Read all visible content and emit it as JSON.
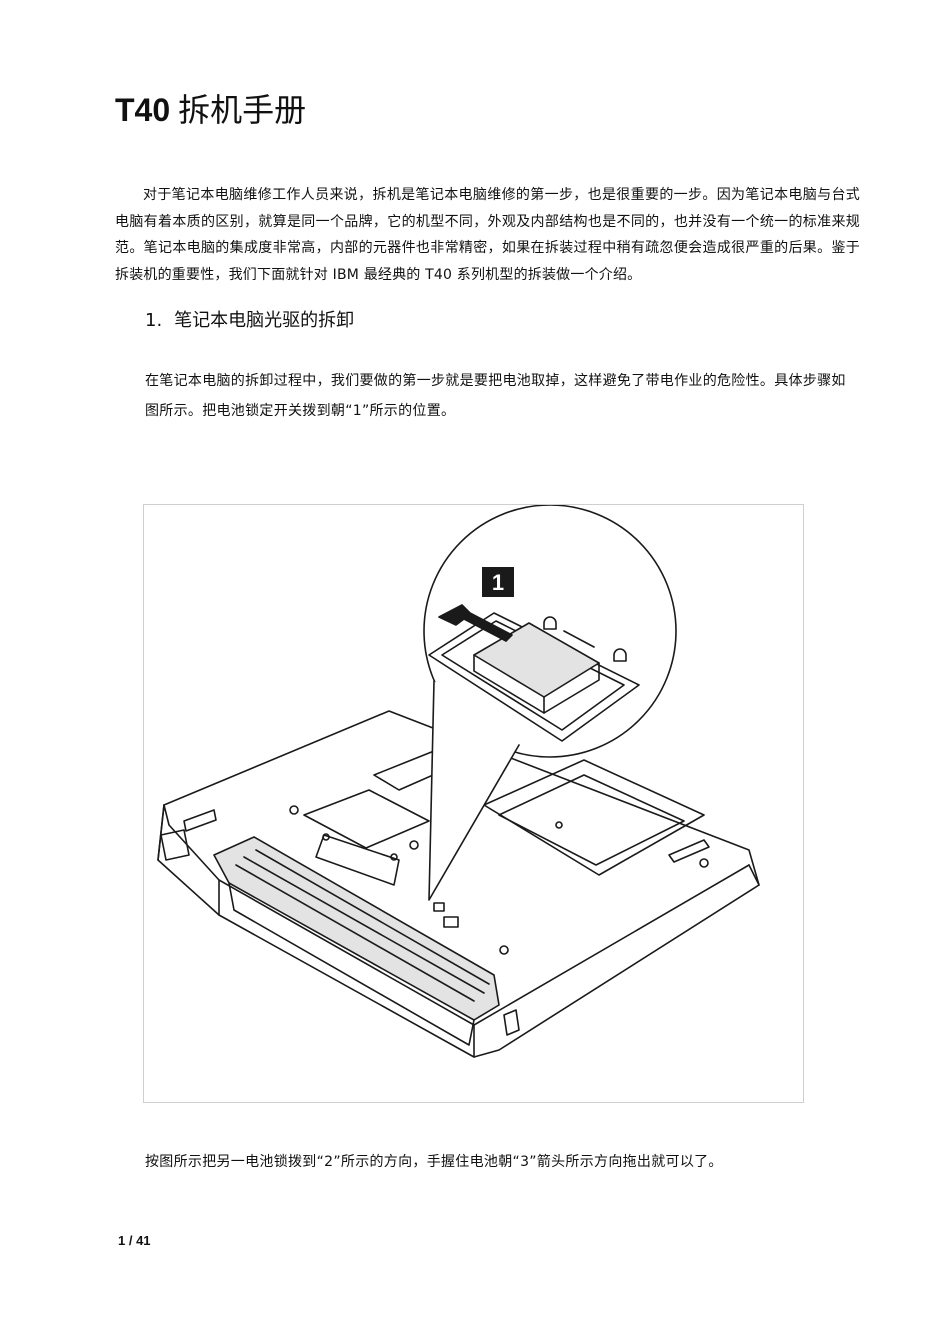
{
  "document": {
    "title_code": "T40",
    "title_text": "拆机手册",
    "intro": "对于笔记本电脑维修工作人员来说，拆机是笔记本电脑维修的第一步，也是很重要的一步。因为笔记本电脑与台式电脑有着本质的区别，就算是同一个品牌，它的机型不同，外观及内部结构也是不同的，也并没有一个统一的标准来规范。笔记本电脑的集成度非常高，内部的元器件也非常精密，如果在拆装过程中稍有疏忽便会造成很严重的后果。鉴于拆装机的重要性，我们下面就针对 IBM 最经典的 T40 系列机型的拆装做一个介绍。",
    "section": {
      "number": "1.",
      "title": "笔记本电脑光驱的拆卸"
    },
    "step_text": "在笔记本电脑的拆卸过程中，我们要做的第一步就是要把电池取掉，这样避免了带电作业的危险性。具体步骤如图所示。把电池锁定开关拨到朝“1”所示的位置。",
    "figure": {
      "step_label": "1",
      "icon": "laptop-battery-latch-illustration"
    },
    "after_text": "按图所示把另一电池锁拨到“2”所示的方向，手握住电池朝“3”箭头所示方向拖出就可以了。",
    "page_number": "1 / 41"
  }
}
